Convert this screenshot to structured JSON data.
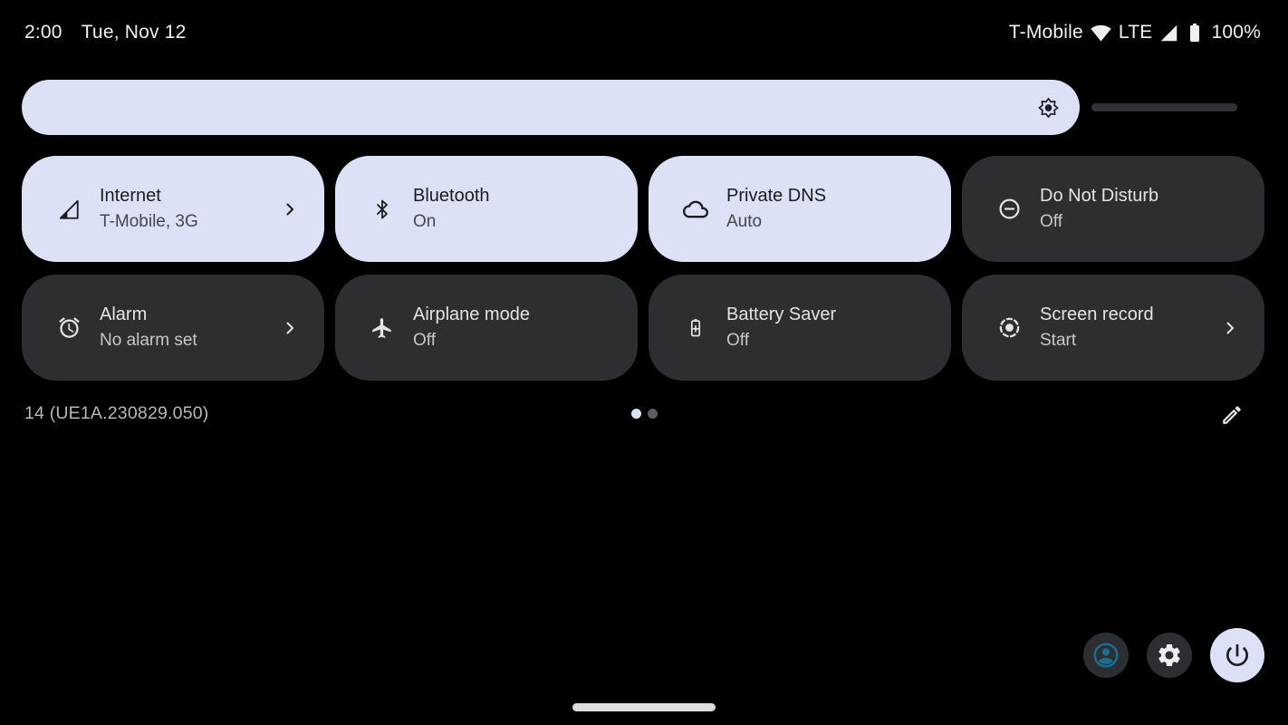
{
  "status_bar": {
    "time": "2:00",
    "date": "Tue, Nov 12",
    "carrier": "T-Mobile",
    "network_type": "LTE",
    "battery_level": "100%"
  },
  "brightness_slider": {
    "value_percent": 87
  },
  "quick_tiles": [
    {
      "id": "internet",
      "title": "Internet",
      "subtitle": "T-Mobile, 3G",
      "icon": "mobile-signal-icon",
      "state": "active",
      "chevron": true
    },
    {
      "id": "bluetooth",
      "title": "Bluetooth",
      "subtitle": "On",
      "icon": "bluetooth-icon",
      "state": "active",
      "chevron": false
    },
    {
      "id": "private-dns",
      "title": "Private DNS",
      "subtitle": "Auto",
      "icon": "cloud-icon",
      "state": "active",
      "chevron": false
    },
    {
      "id": "do-not-disturb",
      "title": "Do Not Disturb",
      "subtitle": "Off",
      "icon": "do-not-disturb-icon",
      "state": "inactive",
      "chevron": false
    },
    {
      "id": "alarm",
      "title": "Alarm",
      "subtitle": "No alarm set",
      "icon": "alarm-icon",
      "state": "inactive",
      "chevron": true
    },
    {
      "id": "airplane-mode",
      "title": "Airplane mode",
      "subtitle": "Off",
      "icon": "airplane-icon",
      "state": "inactive",
      "chevron": false
    },
    {
      "id": "battery-saver",
      "title": "Battery Saver",
      "subtitle": "Off",
      "icon": "battery-saver-icon",
      "state": "inactive",
      "chevron": false
    },
    {
      "id": "screen-record",
      "title": "Screen record",
      "subtitle": "Start",
      "icon": "screen-record-icon",
      "state": "inactive",
      "chevron": true
    }
  ],
  "footer": {
    "build_number": "14 (UE1A.230829.050)",
    "page_count": 2,
    "active_page": 1
  },
  "colors": {
    "background": "#000000",
    "accent_lavender": "#dde1f6",
    "tile_inactive_bg": "#2c2e32",
    "tile_active_text": "#1a1c1e",
    "tile_active_subtext": "#44474e",
    "tile_inactive_text": "#e3e3e6",
    "tile_inactive_subtext": "#c6c7cb",
    "slider_track": "#303136",
    "user_icon_teal": "#1b6d8f",
    "footer_text": "#b5b7bb",
    "page_dot_inactive": "#5b5e66",
    "home_bar": "#dcdcdc"
  }
}
